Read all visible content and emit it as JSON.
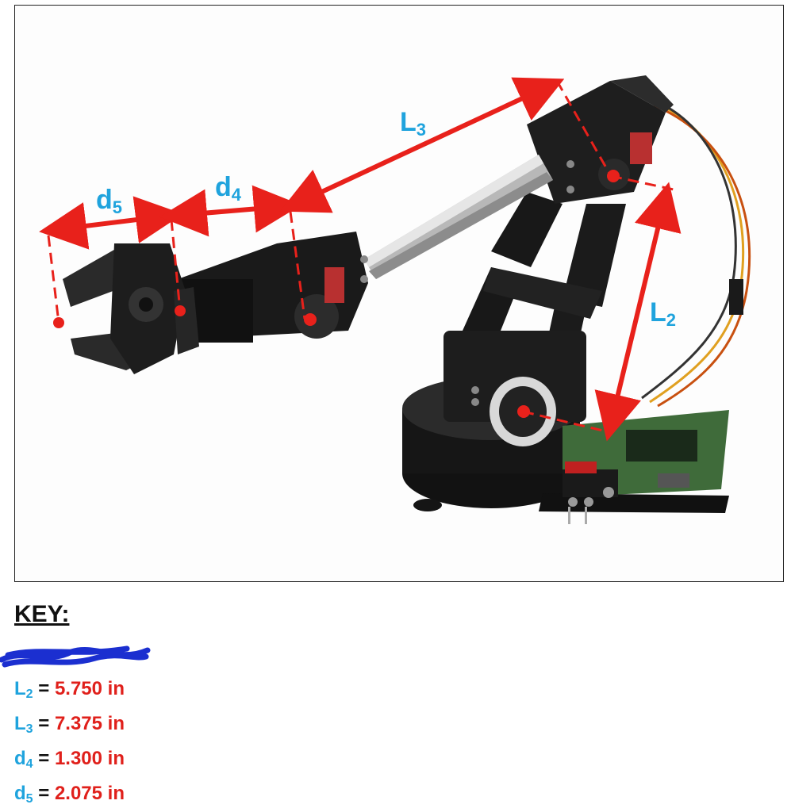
{
  "diagram": {
    "labels": {
      "d5": {
        "base": "d",
        "sub": "5"
      },
      "d4": {
        "base": "d",
        "sub": "4"
      },
      "L3": {
        "base": "L",
        "sub": "3"
      },
      "L2": {
        "base": "L",
        "sub": "2"
      }
    }
  },
  "key": {
    "title": "KEY:",
    "rows": [
      {
        "base": "L",
        "sub": "2",
        "equals": "=",
        "value": "5.750 in"
      },
      {
        "base": "L",
        "sub": "3",
        "equals": "=",
        "value": "7.375 in"
      },
      {
        "base": "d",
        "sub": "4",
        "equals": "=",
        "value": "1.300 in"
      },
      {
        "base": "d",
        "sub": "5",
        "equals": "=",
        "value": "2.075 in"
      }
    ]
  },
  "colors": {
    "label_blue": "#1fa3dd",
    "value_red": "#e0201b",
    "arrow_red": "#e8211b"
  }
}
